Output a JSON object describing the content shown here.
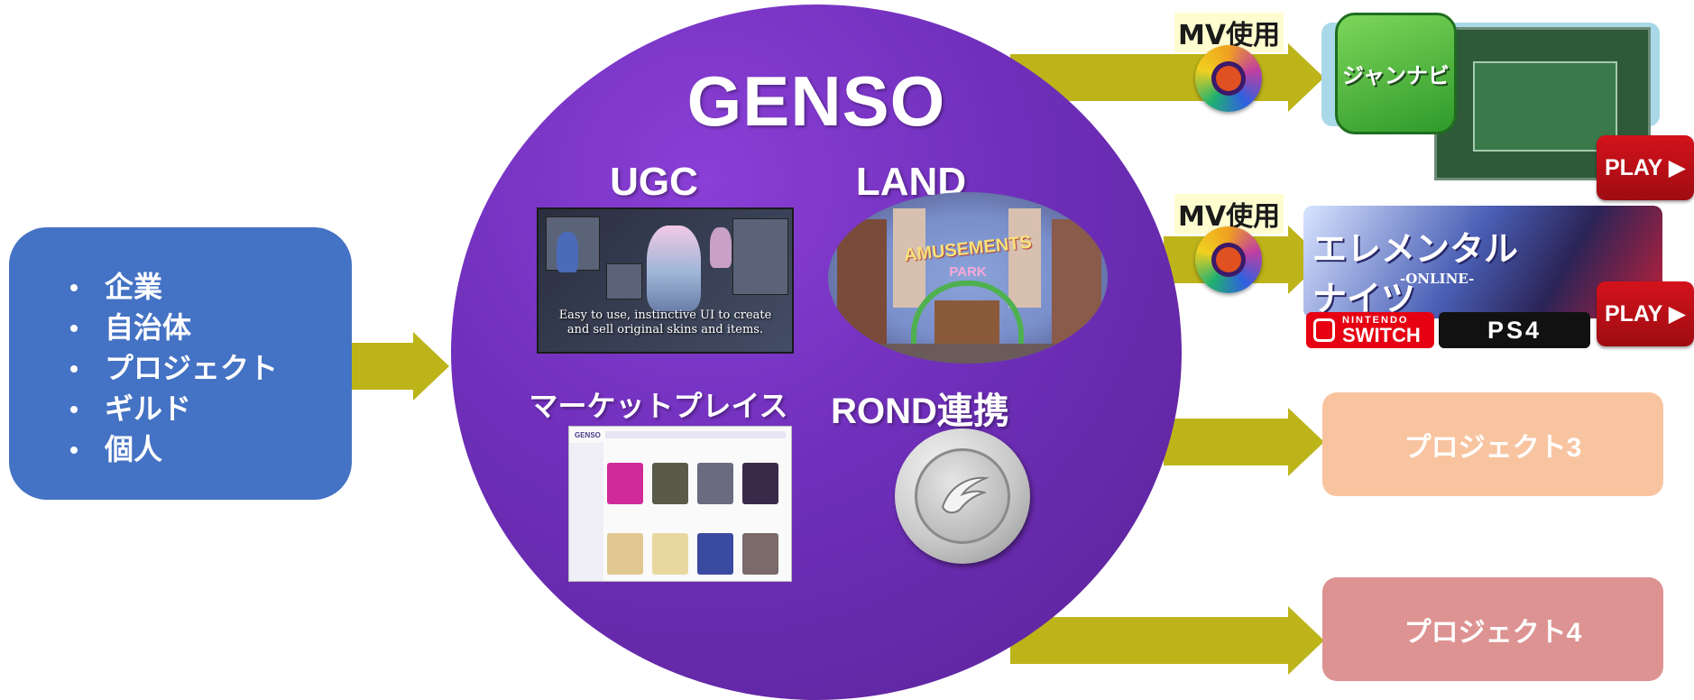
{
  "left_box": {
    "items": [
      "企業",
      "自治体",
      "プロジェクト",
      "ギルド",
      "個人"
    ],
    "color": "#4472c4"
  },
  "center": {
    "title": "GENSO",
    "ugc_title": "UGC",
    "ugc_caption_line1": "Easy to use, instinctive UI to create",
    "ugc_caption_line2": "and sell original skins and items.",
    "land_title": "LAND",
    "land_sign": "AMUSEMENTS",
    "land_sign2": "PARK",
    "market_title": "マーケットプレイス",
    "market_logo": "GENSO",
    "rond_title": "ROND連携",
    "colors": {
      "circle": "#6f2fba"
    }
  },
  "targets": {
    "mv_label_1": "MV使用",
    "mv_label_2": "MV使用",
    "janavi_name": "ジャンナビ",
    "janavi_play": "PLAY ▶",
    "ek_name": "エレメンタルナイツ",
    "ek_sub": "-ONLINE-",
    "ek_play": "PLAY ▶",
    "switch_l1": "NINTENDO",
    "switch_l2": "SWITCH",
    "ps4": "PS4",
    "project3": "プロジェクト3",
    "project4": "プロジェクト4",
    "project3_color": "#f8c4a0",
    "project4_color": "#dd9392"
  },
  "arrow_color": "#bdb41a"
}
